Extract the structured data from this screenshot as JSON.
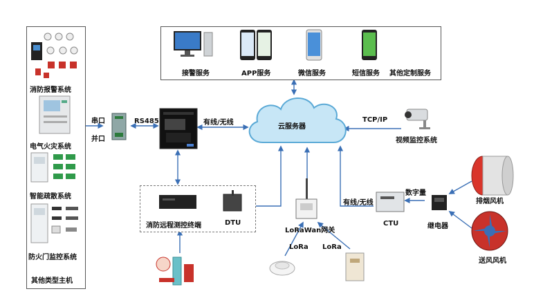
{
  "left_systems": [
    {
      "label": "消防报警系统"
    },
    {
      "label": "电气火灾系统"
    },
    {
      "label": "智能疏散系统"
    },
    {
      "label": "防火门监控系统"
    },
    {
      "label": "其他类型主机"
    }
  ],
  "serial": {
    "line1": "串口",
    "line2": "并口",
    "rs485": "RS485"
  },
  "services": [
    {
      "label": "接警服务"
    },
    {
      "label": "APP服务"
    },
    {
      "label": "微信服务"
    },
    {
      "label": "短信服务"
    },
    {
      "label": "其他定制服务"
    }
  ],
  "links": {
    "wired_wireless_top": "有线/无线",
    "wired_wireless_right": "有线/无线",
    "tcpip": "TCP/IP",
    "digital": "数字量",
    "lora_left": "LoRa",
    "lora_right": "LoRa"
  },
  "cloud": {
    "label": "云服务器"
  },
  "camera": {
    "label": "视频监控系统"
  },
  "remote": {
    "terminal": "消防远程测控终端",
    "dtu": "DTU"
  },
  "gateway": {
    "label": "LoRaWan网关"
  },
  "ctu": {
    "label": "CTU"
  },
  "relay": {
    "label": "继电器"
  },
  "fans": {
    "smoke": "排烟风机",
    "supply": "送风风机"
  },
  "colors": {
    "line": "#3a6fb5",
    "cloud": "#c7e6f6",
    "cloud_stroke": "#5aa9d6",
    "fan_red": "#d9352b"
  }
}
